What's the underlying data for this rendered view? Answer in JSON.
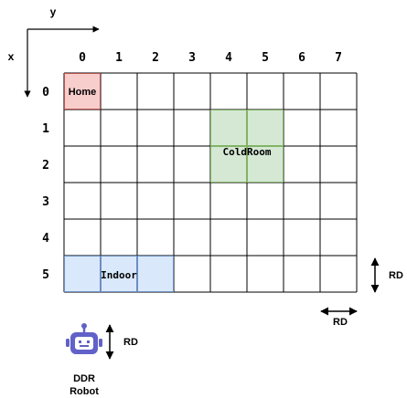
{
  "axes": {
    "x_label": "x",
    "y_label": "y"
  },
  "grid": {
    "columns": [
      "0",
      "1",
      "2",
      "3",
      "4",
      "5",
      "6",
      "7"
    ],
    "rows": [
      "0",
      "1",
      "2",
      "3",
      "4",
      "5"
    ],
    "line_color": "#000000",
    "background": "#ffffff"
  },
  "regions": [
    {
      "key": "home",
      "label": "Home",
      "cells": [
        [
          0,
          0
        ]
      ],
      "fill": "#f8cecc",
      "stroke": "#b85450"
    },
    {
      "key": "coldroom",
      "label": "ColdRoom",
      "cells": [
        [
          1,
          4
        ],
        [
          1,
          5
        ],
        [
          2,
          4
        ],
        [
          2,
          5
        ]
      ],
      "fill": "#d5e8d4",
      "stroke": "#82b366"
    },
    {
      "key": "indoor",
      "label": "Indoor",
      "cells": [
        [
          5,
          0
        ],
        [
          5,
          1
        ],
        [
          5,
          2
        ]
      ],
      "fill": "#dae8fc",
      "stroke": "#6c8ebf"
    }
  ],
  "dimension_markers": {
    "row_height_label": "RD",
    "column_width_label": "RD"
  },
  "robot": {
    "icon": "robot-icon",
    "color": "#6161c9",
    "size_label": "RD",
    "name_line1": "DDR",
    "name_line2": "Robot"
  }
}
